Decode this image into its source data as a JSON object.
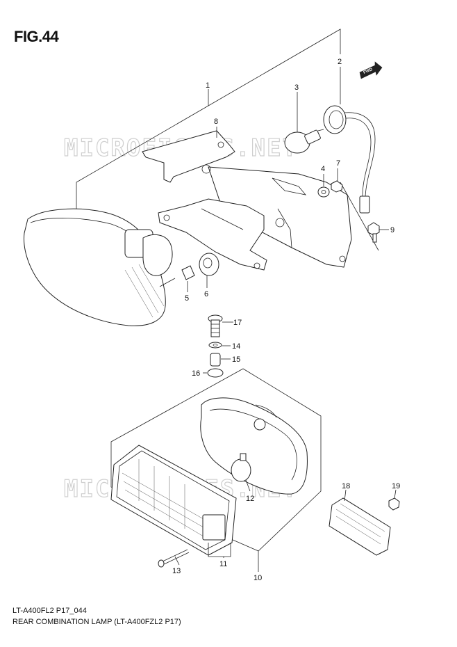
{
  "figure": {
    "title": "FIG.44",
    "fwd_label": "FWD",
    "watermark": "MICROFICHES.NET",
    "footer_code": "LT-A400FL2 P17_044",
    "footer_description": "REAR COMBINATION LAMP (LT-A400FZL2 P17)"
  },
  "callouts": {
    "c1": "1",
    "c2": "2",
    "c3": "3",
    "c4": "4",
    "c5": "5",
    "c6": "6",
    "c7": "7",
    "c8": "8",
    "c9": "9",
    "c10": "10",
    "c11": "11",
    "c12": "12",
    "c13": "13",
    "c14": "14",
    "c15": "15",
    "c16": "16",
    "c17": "17",
    "c18": "18",
    "c19": "19"
  }
}
